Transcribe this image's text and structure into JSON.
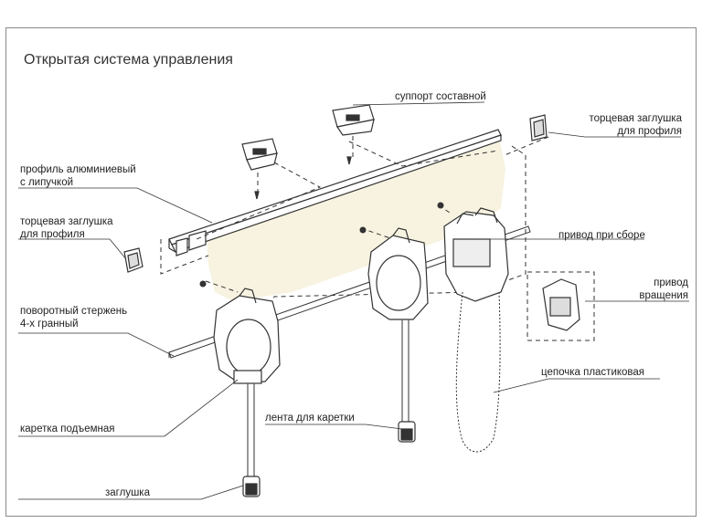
{
  "title": "Открытая система управления",
  "labels": {
    "support": "суппорт составной",
    "end_cap_right_l1": "торцевая заглушка",
    "end_cap_right_l2": "для профиля",
    "profile_l1": "профиль алюминиевый",
    "profile_l2": "с липучкой",
    "end_cap_left_l1": "торцевая заглушка",
    "end_cap_left_l2": "для профиля",
    "drive_assembly": "привод при сборе",
    "drive_l1": "привод",
    "drive_l2": "вращения",
    "rod_l1": "поворотный стержень",
    "rod_l2": "4-х гранный",
    "chain": "цепочка пластиковая",
    "tape": "лента для каретки",
    "carriage": "каретка подъемная",
    "plug": "заглушка"
  },
  "colors": {
    "line": "#333333",
    "fabric": "#f5f1dc",
    "frame": "#8a8a8a"
  }
}
